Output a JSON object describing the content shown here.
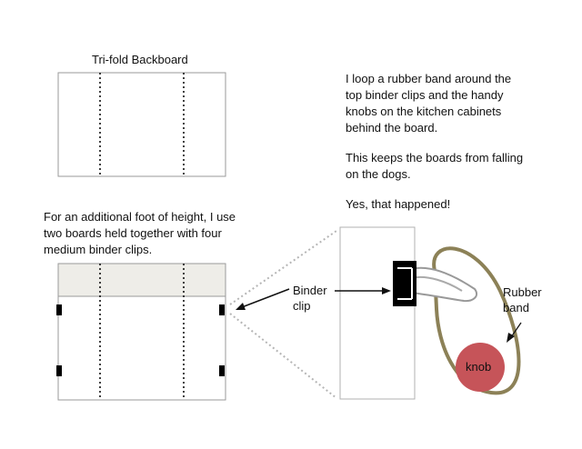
{
  "title": "Tri-fold Backboard",
  "instructions": {
    "line1": "I loop a rubber band around the",
    "line2": "top binder clips and the handy",
    "line3": "knobs on the kitchen cabinets",
    "line4": "behind the board.",
    "line5": "This keeps the boards from falling",
    "line6": "on the dogs.",
    "line7": "Yes, that happened!"
  },
  "height_note": {
    "line1": "For an additional foot of height, I use",
    "line2": "two boards held together with four",
    "line3": "medium binder clips."
  },
  "binder_clip_label": {
    "line1": "Binder",
    "line2": "clip"
  },
  "rubber_band_label": {
    "line1": "Rubber",
    "line2": "band"
  },
  "knob_label": "knob",
  "colors": {
    "outline": "#111111",
    "top_board_fill": "#eeede8",
    "rubber_band": "#8c8157",
    "knob_fill": "#c65459",
    "clip": "#000000",
    "zoom_lines": "#b5b5b5"
  }
}
